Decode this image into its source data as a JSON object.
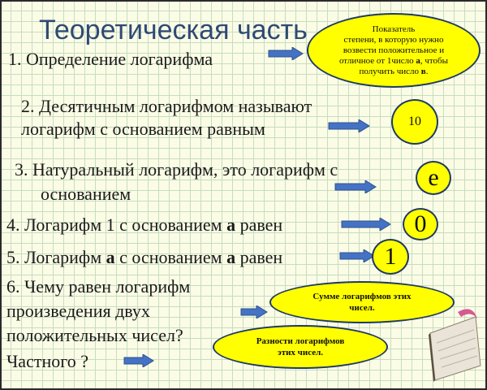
{
  "slide": {
    "title": "Теоретическая часть",
    "items": [
      {
        "text": "1.  Определение логарифма"
      },
      {
        "line1": "2. Десятичным логарифмом называют",
        "line2": "логарифм с основанием равным"
      },
      {
        "line1": "3. Натуральный логарифм, это логарифм с",
        "line2": "основанием"
      },
      {
        "pre": "4. Логарифм 1 с основанием ",
        "bold": "а",
        "post": " равен"
      },
      {
        "pre": "5. Логарифм ",
        "bold1": "а",
        "mid": " с основанием ",
        "bold2": "а",
        "post": " равен"
      },
      {
        "line1": "6. Чему равен логарифм",
        "line2": "произведения двух",
        "line3": "положительных чисел?",
        "line4": "Частного ?"
      }
    ],
    "answers": {
      "definition": {
        "l1": "Показатель",
        "l2": "степени, в которую нужно",
        "l3": "возвести  положительное  и",
        "l4a": "отличное от 1число ",
        "l4b": "а",
        "l4c": ", чтобы",
        "l5a": "получить число ",
        "l5b": "в",
        "l5c": "."
      },
      "decimal": "10",
      "natural": "e",
      "log_of_one": "0",
      "log_base_itself": "1",
      "product": {
        "l1": "Сумме  логарифмов этих",
        "l2": "чисел."
      },
      "quotient": {
        "l1": "Разности  логарифмов",
        "l2": "этих чисел."
      }
    }
  }
}
